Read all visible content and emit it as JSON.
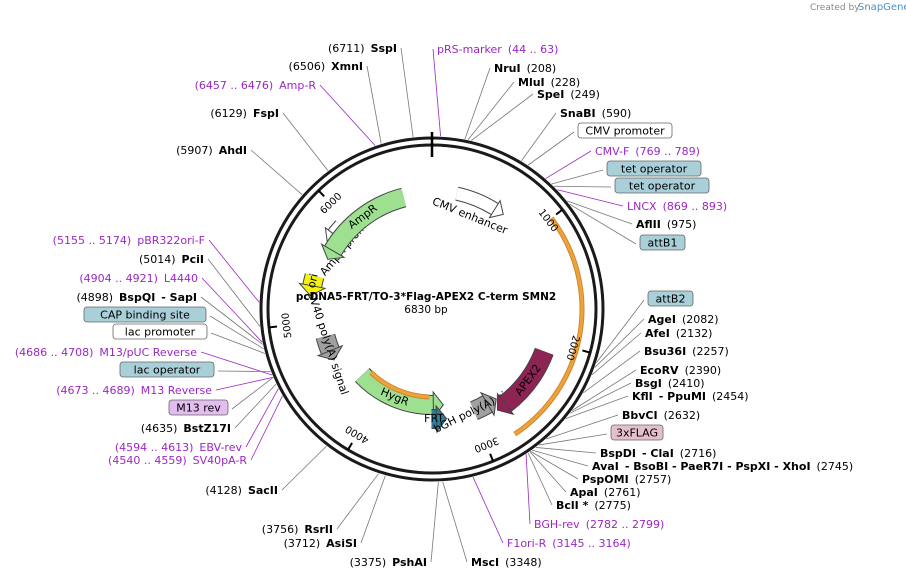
{
  "plasmid": {
    "name": "pcDNA5-FRT/TO-3*Flag-APEX2 C-term SMN2",
    "size_text": "6830 bp",
    "length": 6830
  },
  "credit": {
    "prefix": "Created by",
    "brand": "SnapGene"
  },
  "colors": {
    "backbone": "#1a1a1a",
    "purple_label": "#9b27c5",
    "orange_arrow": "#f2a13a",
    "green_arrow": "#9de08f",
    "apex2": "#8e2453",
    "ori": "#f5f20a",
    "frt": "#2d7d9a",
    "box_teal": "#a9cfd9",
    "box_pink": "#e6bfcd",
    "box_violet": "#e3bdf0"
  },
  "ticks": [
    "1000",
    "2000",
    "3000",
    "4000",
    "5000",
    "6000"
  ],
  "labels": [
    {
      "id": "sspi",
      "pos": "(6711)",
      "name": "SspI",
      "side": "left",
      "kind": "enzyme",
      "anchor": 6711
    },
    {
      "id": "xmni",
      "pos": "(6506)",
      "name": "XmnI",
      "side": "left",
      "kind": "enzyme",
      "anchor": 6506
    },
    {
      "id": "ampr-site",
      "range": "(6457 .. 6476)",
      "name": "Amp-R",
      "side": "left",
      "kind": "primer",
      "anchor": 6466
    },
    {
      "id": "fspi",
      "pos": "(6129)",
      "name": "FspI",
      "side": "left",
      "kind": "enzyme",
      "anchor": 6129
    },
    {
      "id": "ahdi",
      "pos": "(5907)",
      "name": "AhdI",
      "side": "left",
      "kind": "enzyme",
      "anchor": 5907
    },
    {
      "id": "pbr322ori-f",
      "range": "(5155 .. 5174)",
      "name": "pBR322ori-F",
      "side": "left",
      "kind": "primer",
      "anchor": 5165
    },
    {
      "id": "pcii",
      "pos": "(5014)",
      "name": "PciI",
      "side": "left",
      "kind": "enzyme",
      "anchor": 5014
    },
    {
      "id": "l4440",
      "range": "(4904 .. 4921)",
      "name": "L4440",
      "side": "left",
      "kind": "primer",
      "anchor": 4912
    },
    {
      "id": "bspqi",
      "pos": "(4898)",
      "name": "BspQI",
      "extra": "-  SapI",
      "side": "left",
      "kind": "enzyme",
      "anchor": 4898
    },
    {
      "id": "cap-site",
      "name": "CAP binding site",
      "side": "left",
      "kind": "box",
      "fill": "#a9cfd9",
      "anchor": 4870
    },
    {
      "id": "lac-promoter",
      "name": "lac promoter",
      "side": "left",
      "kind": "box",
      "fill": "#ffffff",
      "anchor": 4840
    },
    {
      "id": "m13puc-rev",
      "range": "(4686 .. 4708)",
      "name": "M13/pUC Reverse",
      "side": "left",
      "kind": "primer",
      "anchor": 4697
    },
    {
      "id": "lac-operator",
      "name": "lac operator",
      "side": "left",
      "kind": "box",
      "fill": "#a9cfd9",
      "anchor": 4720
    },
    {
      "id": "m13-reverse",
      "range": "(4673 .. 4689)",
      "name": "M13 Reverse",
      "side": "left",
      "kind": "primer",
      "anchor": 4681
    },
    {
      "id": "m13-rev",
      "name": "M13 rev",
      "side": "left",
      "kind": "box",
      "fill": "#e3bdf0",
      "anchor": 4680
    },
    {
      "id": "bstz17i",
      "pos": "(4635)",
      "name": "BstZ17I",
      "side": "left",
      "kind": "enzyme",
      "anchor": 4635
    },
    {
      "id": "ebv-rev",
      "range": "(4594 .. 4613)",
      "name": "EBV-rev",
      "side": "left",
      "kind": "primer",
      "anchor": 4603
    },
    {
      "id": "sv40pa-r",
      "range": "(4540 .. 4559)",
      "name": "SV40pA-R",
      "side": "left",
      "kind": "primer",
      "anchor": 4550
    },
    {
      "id": "sacii",
      "pos": "(4128)",
      "name": "SacII",
      "side": "left",
      "kind": "enzyme",
      "anchor": 4128
    },
    {
      "id": "rsrii",
      "pos": "(3756)",
      "name": "RsrII",
      "side": "left",
      "kind": "enzyme",
      "anchor": 3756
    },
    {
      "id": "asisi",
      "pos": "(3712)",
      "name": "AsiSI",
      "side": "left",
      "kind": "enzyme",
      "anchor": 3712
    },
    {
      "id": "pshai",
      "pos": "(3375)",
      "name": "PshAI",
      "side": "left",
      "kind": "enzyme",
      "anchor": 3375
    },
    {
      "id": "prs-marker",
      "name": "pRS-marker",
      "range": "(44 .. 63)",
      "side": "right",
      "kind": "primer",
      "anchor": 54
    },
    {
      "id": "nrui",
      "name": "NruI",
      "pos": "(208)",
      "side": "right",
      "kind": "enzyme",
      "anchor": 208
    },
    {
      "id": "mlui",
      "name": "MluI",
      "pos": "(228)",
      "side": "right",
      "kind": "enzyme",
      "anchor": 228
    },
    {
      "id": "spei",
      "name": "SpeI",
      "pos": "(249)",
      "side": "right",
      "kind": "enzyme",
      "anchor": 249
    },
    {
      "id": "snabi",
      "name": "SnaBI",
      "pos": "(590)",
      "side": "right",
      "kind": "enzyme",
      "anchor": 590
    },
    {
      "id": "cmv-promoter",
      "name": "CMV promoter",
      "side": "right",
      "kind": "box",
      "fill": "#ffffff",
      "anchor": 640
    },
    {
      "id": "cmv-f",
      "name": "CMV-F",
      "range": "(769 .. 789)",
      "side": "right",
      "kind": "primer",
      "anchor": 779
    },
    {
      "id": "tet-op-1",
      "name": "tet operator",
      "side": "right",
      "kind": "box",
      "fill": "#a9cfd9",
      "anchor": 830
    },
    {
      "id": "tet-op-2",
      "name": "tet operator",
      "side": "right",
      "kind": "box",
      "fill": "#a9cfd9",
      "anchor": 850
    },
    {
      "id": "lncx",
      "name": "LNCX",
      "range": "(869 .. 893)",
      "side": "right",
      "kind": "primer",
      "anchor": 881
    },
    {
      "id": "aflii",
      "name": "AflII",
      "pos": "(975)",
      "side": "right",
      "kind": "enzyme",
      "anchor": 975
    },
    {
      "id": "attb1",
      "name": "attB1",
      "side": "right",
      "kind": "box",
      "fill": "#a9cfd9",
      "anchor": 1000
    },
    {
      "id": "attb2",
      "name": "attB2",
      "side": "right",
      "kind": "box",
      "fill": "#a9cfd9",
      "anchor": 2050
    },
    {
      "id": "agei",
      "name": "AgeI",
      "pos": "(2082)",
      "side": "right",
      "kind": "enzyme",
      "anchor": 2082
    },
    {
      "id": "afei",
      "name": "AfeI",
      "pos": "(2132)",
      "side": "right",
      "kind": "enzyme",
      "anchor": 2132
    },
    {
      "id": "bsu36i",
      "name": "Bsu36I",
      "pos": "(2257)",
      "side": "right",
      "kind": "enzyme",
      "anchor": 2257
    },
    {
      "id": "ecorv",
      "name": "EcoRV",
      "pos": "(2390)",
      "side": "right",
      "kind": "enzyme",
      "anchor": 2390
    },
    {
      "id": "bsgi",
      "name": "BsgI",
      "pos": "(2410)",
      "side": "right",
      "kind": "enzyme",
      "anchor": 2410
    },
    {
      "id": "kfli",
      "name": "KflI",
      "extra": "-  PpuMI",
      "pos": "(2454)",
      "side": "right",
      "kind": "enzyme",
      "anchor": 2454
    },
    {
      "id": "bbvci",
      "name": "BbvCI",
      "pos": "(2632)",
      "side": "right",
      "kind": "enzyme",
      "anchor": 2632
    },
    {
      "id": "3xflag",
      "name": "3xFLAG",
      "side": "right",
      "kind": "box",
      "fill": "#e6bfcd",
      "anchor": 2690
    },
    {
      "id": "bspdi",
      "name": "BspDI",
      "extra": "-  ClaI",
      "pos": "(2716)",
      "side": "right",
      "kind": "enzyme",
      "anchor": 2716
    },
    {
      "id": "avai",
      "name": "AvaI",
      "extra": "-  BsoBI   -  PaeR7I   -  PspXI   -  XhoI",
      "pos": "(2745)",
      "side": "right",
      "kind": "enzyme",
      "anchor": 2745
    },
    {
      "id": "pspomi",
      "name": "PspOMI",
      "pos": "(2757)",
      "side": "right",
      "kind": "enzyme",
      "anchor": 2757
    },
    {
      "id": "apai",
      "name": "ApaI",
      "pos": "(2761)",
      "side": "right",
      "kind": "enzyme",
      "anchor": 2761
    },
    {
      "id": "bcli",
      "name": "BclI *",
      "pos": "(2775)",
      "side": "right",
      "kind": "enzyme",
      "anchor": 2775
    },
    {
      "id": "bgh-rev",
      "name": "BGH-rev",
      "range": "(2782 .. 2799)",
      "side": "right",
      "kind": "primer",
      "anchor": 2790
    },
    {
      "id": "f1ori-r",
      "name": "F1ori-R",
      "range": "(3145 .. 3164)",
      "side": "right",
      "kind": "primer",
      "anchor": 3155
    },
    {
      "id": "msci",
      "name": "MscI",
      "pos": "(3348)",
      "side": "right",
      "kind": "enzyme",
      "anchor": 3348
    }
  ],
  "features": [
    {
      "id": "cmv-enhancer",
      "label": "CMV enhancer",
      "start": 230,
      "end": 610,
      "type": "outline",
      "fill": "#ffffff"
    },
    {
      "id": "ampr-promoter",
      "label": "AmpR promoter",
      "start": 5930,
      "end": 5830,
      "type": "outline",
      "fill": "#ffffff"
    },
    {
      "id": "ampr",
      "label": "AmpR",
      "start": 6560,
      "end": 5700,
      "type": "arrow",
      "fill": "#9de08f"
    },
    {
      "id": "ori",
      "label": "ori",
      "start": 5420,
      "end": 5330,
      "type": "arrow",
      "fill": "#f5f20a"
    },
    {
      "id": "sv40-polya",
      "label": "SV40 poly(A) signal",
      "start": 4850,
      "end": 4700,
      "type": "box",
      "fill": "#a0a0a0"
    },
    {
      "id": "hygr",
      "label": "HygR",
      "start": 4300,
      "end": 3400,
      "type": "arrow",
      "fill": "#9de08f"
    },
    {
      "id": "frt",
      "label": "FRT",
      "start": 3420,
      "end": 3370,
      "type": "box",
      "fill": "#2d7d9a"
    },
    {
      "id": "bgh-polya",
      "label": "bGH poly(A) signal",
      "start": 2990,
      "end": 2840,
      "type": "box",
      "fill": "#a0a0a0"
    },
    {
      "id": "apex2",
      "label": "APEX2",
      "start": 2100,
      "end": 2700,
      "type": "arrow",
      "fill": "#8e2453"
    },
    {
      "id": "orange-outer",
      "label": "",
      "start": 1000,
      "end": 2780,
      "type": "thin",
      "fill": "#f2a13a"
    },
    {
      "id": "orange-hygr",
      "label": "",
      "start": 4250,
      "end": 3450,
      "type": "thin",
      "fill": "#f2a13a"
    }
  ]
}
